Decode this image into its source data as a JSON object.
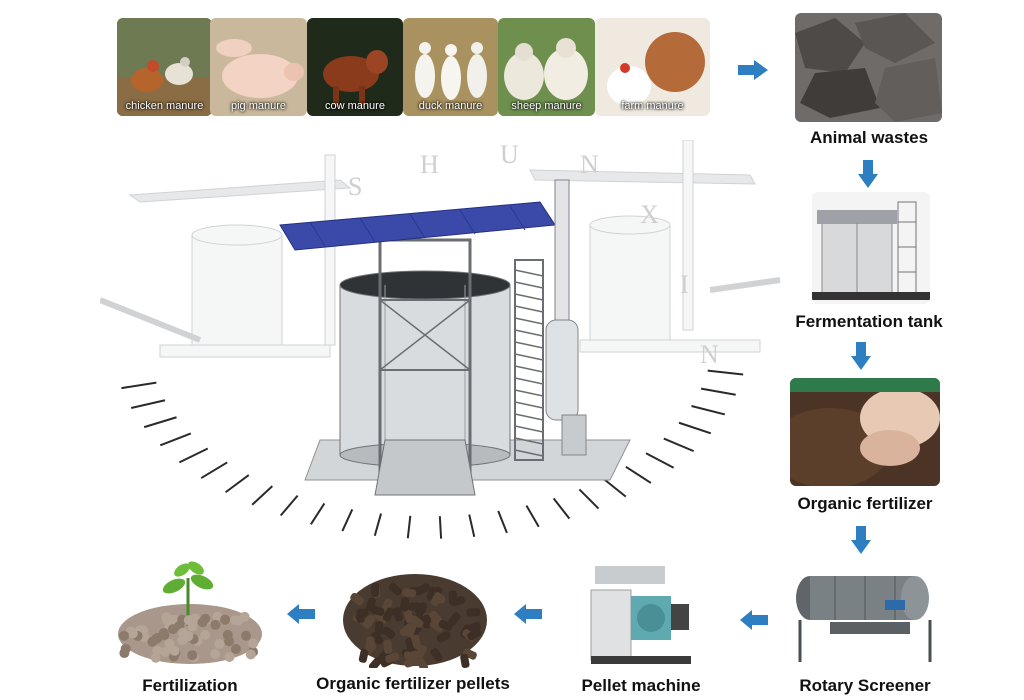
{
  "animals": [
    {
      "label": "chicken manure",
      "icon": "chicken-icon"
    },
    {
      "label": "pig manure",
      "icon": "pig-icon"
    },
    {
      "label": "cow manure",
      "icon": "cow-icon"
    },
    {
      "label": "duck manure",
      "icon": "duck-icon"
    },
    {
      "label": "sheep manure",
      "icon": "sheep-icon"
    },
    {
      "label": "farm manure",
      "icon": "hen-icon"
    }
  ],
  "steps": {
    "animal_wastes": "Animal wastes",
    "fermentation_tank": "Fermentation tank",
    "organic_fertilizer": "Organic fertilizer",
    "rotary_screener": "Rotary Screener",
    "pellet_machine": "Pellet machine",
    "pellets": "Organic fertilizer pellets",
    "fertilization": "Fertilization"
  },
  "watermark": [
    "S",
    "H",
    "U",
    "N",
    "X",
    "I",
    "N"
  ],
  "colors": {
    "arrow": "#2d7fc1",
    "roof": "#3b4aa8",
    "text": "#111111"
  }
}
